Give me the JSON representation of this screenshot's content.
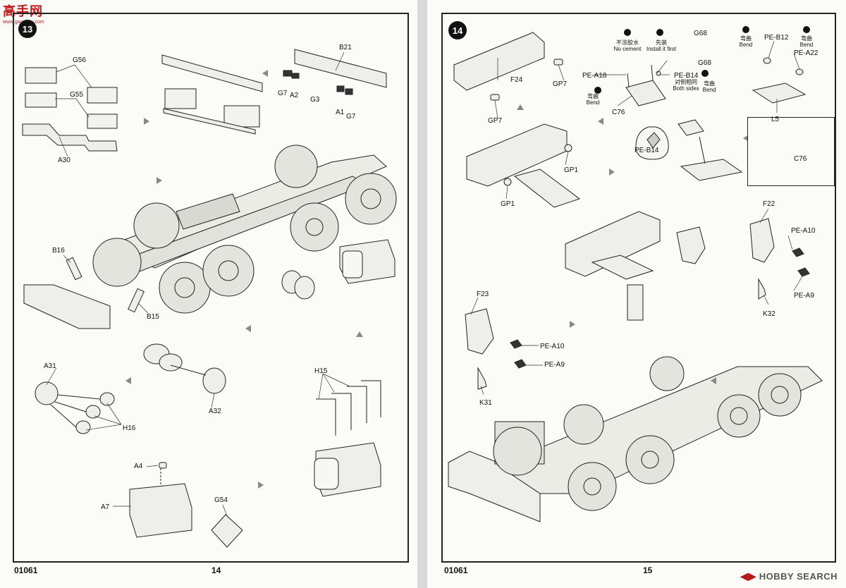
{
  "watermark": {
    "title": "高手网",
    "url": "www.gaoshou.com"
  },
  "left_page": {
    "step": "13",
    "footer_code": "01061",
    "page_number": "14",
    "labels": {
      "G56": "G56",
      "G55": "G55",
      "A30": "A30",
      "B21": "B21",
      "G7a": "G7",
      "A2": "A2",
      "G3": "G3",
      "A1": "A1",
      "G7b": "G7",
      "B16": "B16",
      "B15": "B15",
      "A31": "A31",
      "H16": "H16",
      "A32": "A32",
      "H15": "H15",
      "A4": "A4",
      "A7": "A7",
      "G54": "G54"
    }
  },
  "right_page": {
    "step": "14",
    "footer_code": "01061",
    "page_number": "15",
    "labels": {
      "F24": "F24",
      "GP7a": "GP7",
      "GP7b": "GP7",
      "PE_A18": "PE-A18",
      "C76a": "C76",
      "PE_B14a": "PE-B14",
      "G68a": "G68",
      "G68b": "G68",
      "PE_B14b": "PE-B14",
      "PE_B12": "PE-B12",
      "PE_A22": "PE-A22",
      "L5": "L5",
      "GP1a": "GP1",
      "GP1b": "GP1",
      "C76b": "C76",
      "F22": "F22",
      "PE_A10a": "PE-A10",
      "PE_A9a": "PE-A9",
      "K32": "K32",
      "F23": "F23",
      "PE_A10b": "PE-A10",
      "PE_A9b": "PE-A9",
      "K31": "K31"
    },
    "notes": {
      "no_cement_cn": "不涂胶水",
      "no_cement": "No cement",
      "install_first_cn": "先装",
      "install_first": "Install it first",
      "both_sides_cn": "对侧相同",
      "both_sides": "Both sides",
      "bend_cn": "弯曲",
      "bend": "Bend"
    }
  },
  "brand": {
    "hobby_search": "HOBBY SEARCH"
  }
}
